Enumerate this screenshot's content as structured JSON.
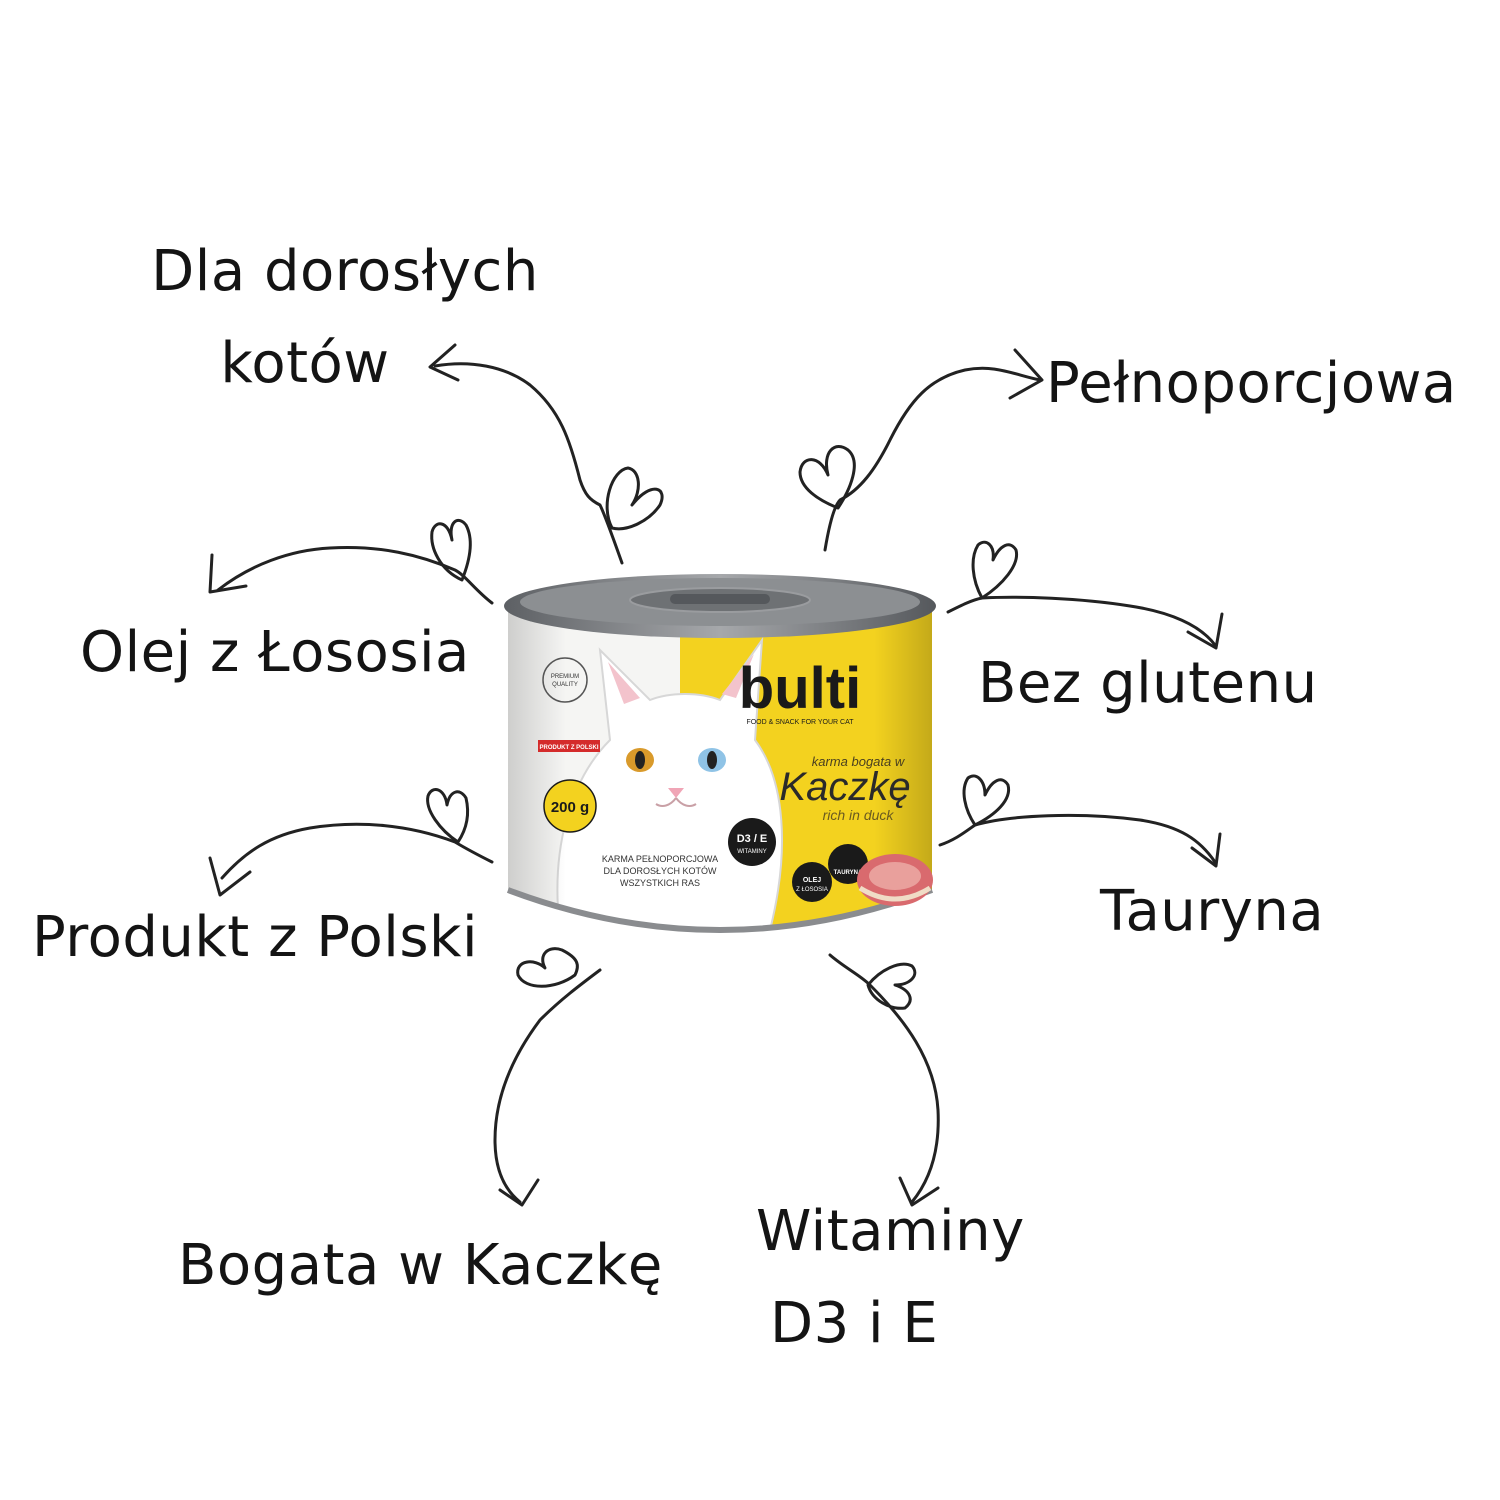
{
  "features": {
    "adult_cats": [
      "Dla dorosłych",
      "kotów"
    ],
    "complete": "Pełnoporcjowa",
    "salmon_oil": "Olej z Łososia",
    "gluten_free": "Bez glutenu",
    "poland": "Produkt z Polski",
    "taurine": "Tauryna",
    "duck": "Bogata w  Kaczkę",
    "vitamins": [
      "Witaminy",
      "D3 i E"
    ]
  },
  "can": {
    "brand": "bulti",
    "brand_tagline": "FOOD & SNACK FOR YOUR CAT",
    "rich_in_pl": "karma bogata w",
    "flavor_pl": "Kaczkę",
    "flavor_en": "rich in duck",
    "weight": "200 g",
    "premium_badge": [
      "PREMIUM",
      "QUALITY"
    ],
    "made_in_poland": "PRODUKT Z POLSKI",
    "description": [
      "KARMA PEŁNOPORCJOWA",
      "DLA DOROSŁYCH KOTÓW",
      "WSZYSTKICH RAS"
    ],
    "vitamin_badge": [
      "D3 / E",
      "WITAMINY"
    ],
    "salmon_badge": [
      "OLEJ",
      "Z ŁOSOSIA"
    ],
    "taurine_badge": "TAURYNA",
    "colors": {
      "yellow": "#f3d21f",
      "white": "#f5f5f3",
      "lid": "#7d7f82",
      "dark": "#1a1a1a"
    }
  }
}
